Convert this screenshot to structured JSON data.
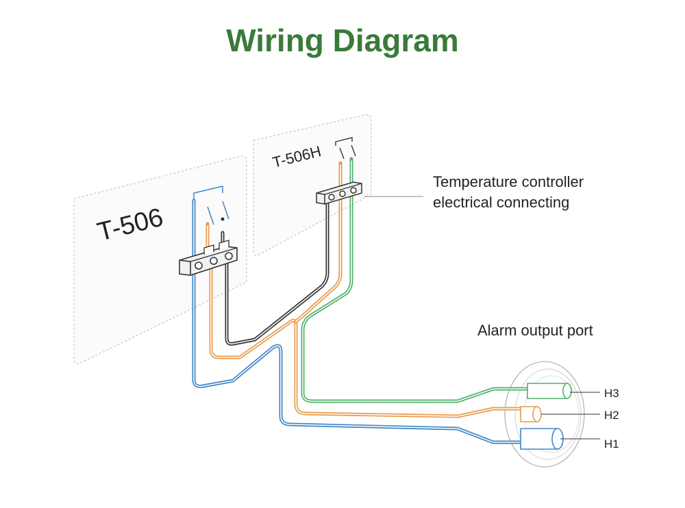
{
  "title": "Wiring Diagram",
  "colors": {
    "title": "#3a7a3a",
    "blue": "#3f86c6",
    "orange": "#e89a4a",
    "green": "#4fb06a",
    "black": "#333333",
    "panel": "#c8c8c8"
  },
  "devices": {
    "left": "T-506",
    "right": "T-506H"
  },
  "labels": {
    "controller_line1": "Temperature controller",
    "controller_line2": "electrical connecting",
    "alarm_port": "Alarm output port"
  },
  "pins": [
    "H3",
    "H2",
    "H1"
  ]
}
